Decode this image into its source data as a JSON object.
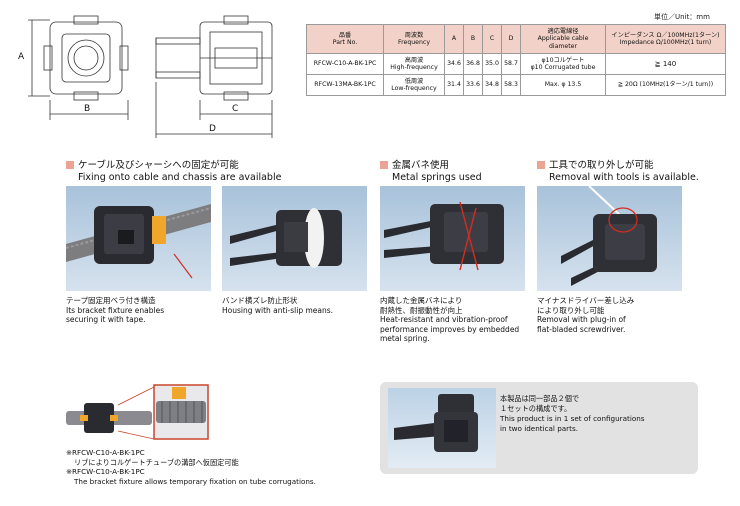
{
  "dimensions": {
    "a": "A",
    "b": "B",
    "c": "C",
    "d": "D"
  },
  "unit": "単位／Unit：mm",
  "table": {
    "headers": [
      {
        "jp": "品番",
        "en": "Part No."
      },
      {
        "jp": "周波数",
        "en": "Frequency"
      },
      {
        "jp": "A",
        "en": ""
      },
      {
        "jp": "B",
        "en": ""
      },
      {
        "jp": "C",
        "en": ""
      },
      {
        "jp": "D",
        "en": ""
      },
      {
        "jp": "適応電線径",
        "en": "Applicable cable diameter"
      },
      {
        "jp": "インピーダンス Ω／100MHz(1ターン)",
        "en": "Impedance Ω/100MHz(1 turn)"
      }
    ],
    "rows": [
      {
        "part": "RFCW-C10-A-BK-1PC",
        "freq_jp": "高周波",
        "freq_en": "High-frequency",
        "a": "34.6",
        "b": "36.8",
        "c": "35.0",
        "d": "58.7",
        "cable1": "φ10コルゲート",
        "cable2": "φ10 Corrugated tube",
        "imp": "≧ 140"
      },
      {
        "part": "RFCW-13MA-BK-1PC",
        "freq_jp": "低周波",
        "freq_en": "Low-frequency",
        "a": "31.4",
        "b": "33.6",
        "c": "34.8",
        "d": "58.3",
        "cable1": "Max. φ 13.5",
        "cable2": "",
        "imp": "≧ 20Ω (10MHz(1ターン/1 turn))"
      }
    ]
  },
  "sections": {
    "fixing": {
      "jp": "ケーブル及びシャーシへの固定が可能",
      "en": "Fixing onto cable and chassis are available"
    },
    "metal": {
      "jp": "金属バネ使用",
      "en": "Metal springs used"
    },
    "removal": {
      "jp": "工具での取り外しが可能",
      "en": "Removal with tools is available."
    }
  },
  "captions": {
    "cap1": {
      "jp": "テープ固定用ベラ付き構造",
      "en1": "Its bracket fixture enables",
      "en2": "securing it with tape."
    },
    "cap2": {
      "jp": "バンド横ズレ防止形状",
      "en1": "Housing with anti-slip means."
    },
    "cap3": {
      "jp1": "内蔵した金属バネにより",
      "jp2": "耐熱性、耐振動性が向上",
      "en1": "Heat-resistant and vibration-proof",
      "en2": "performance improves by embedded",
      "en3": "metal spring."
    },
    "cap4": {
      "jp1": "マイナスドライバー差し込み",
      "jp2": "により取り外し可能",
      "en1": "Removal with plug-in of",
      "en2": "flat-bladed screwdriver."
    }
  },
  "bottom_note": {
    "l1": "※RFCW-C10-A-BK-1PC",
    "l2": "リブによりコルゲートチューブの溝部へ仮固定可能",
    "l3": "※RFCW-C10-A-BK-1PC",
    "l4": "The bracket fixture allows temporary fixation on tube corrugations."
  },
  "config_box": {
    "jp1": "本製品は同一部品２個で",
    "jp2": "１セットの構成です。",
    "en1": "This product is in 1 set of configurations",
    "en2": "in two identical parts."
  },
  "colors": {
    "accent": "#eba393",
    "header_bg": "#f2d2c8",
    "orange": "#f0a62a",
    "red": "#d62b1f"
  }
}
